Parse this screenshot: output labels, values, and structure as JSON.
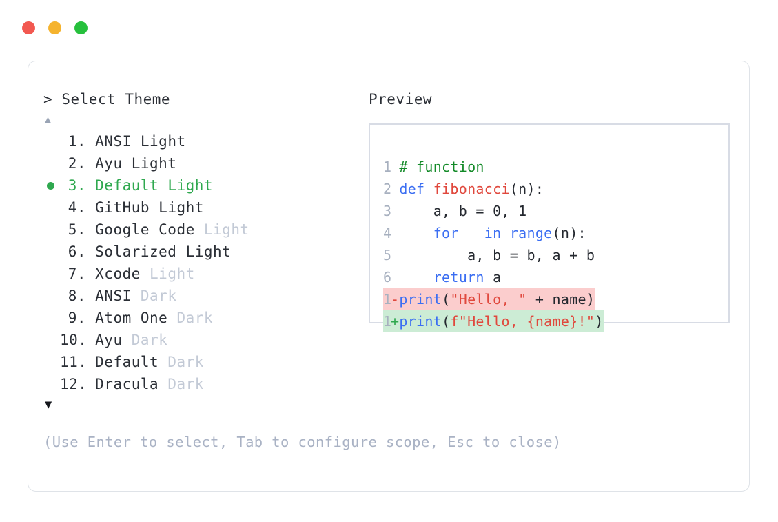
{
  "window": {
    "dots": [
      {
        "name": "close-dot",
        "color": "#f25850"
      },
      {
        "name": "minimize-dot",
        "color": "#f5b32e"
      },
      {
        "name": "maximize-dot",
        "color": "#26c03c"
      }
    ]
  },
  "prompt": {
    "caret": ">",
    "title": "Select Theme"
  },
  "scroll": {
    "up_icon": "▲",
    "down_icon": "▼"
  },
  "themes": [
    {
      "index": "1.",
      "name": "ANSI",
      "suffix": "Light",
      "suffix_muted": false,
      "selected": false
    },
    {
      "index": "2.",
      "name": "Ayu",
      "suffix": "Light",
      "suffix_muted": false,
      "selected": false
    },
    {
      "index": "3.",
      "name": "Default",
      "suffix": "Light",
      "suffix_muted": false,
      "selected": true
    },
    {
      "index": "4.",
      "name": "GitHub",
      "suffix": "Light",
      "suffix_muted": false,
      "selected": false
    },
    {
      "index": "5.",
      "name": "Google Code",
      "suffix": "Light",
      "suffix_muted": true,
      "selected": false
    },
    {
      "index": "6.",
      "name": "Solarized",
      "suffix": "Light",
      "suffix_muted": false,
      "selected": false
    },
    {
      "index": "7.",
      "name": "Xcode",
      "suffix": "Light",
      "suffix_muted": true,
      "selected": false
    },
    {
      "index": "8.",
      "name": "ANSI",
      "suffix": "Dark",
      "suffix_muted": true,
      "selected": false
    },
    {
      "index": "9.",
      "name": "Atom One",
      "suffix": "Dark",
      "suffix_muted": true,
      "selected": false
    },
    {
      "index": "10.",
      "name": "Ayu",
      "suffix": "Dark",
      "suffix_muted": true,
      "selected": false
    },
    {
      "index": "11.",
      "name": "Default",
      "suffix": "Dark",
      "suffix_muted": true,
      "selected": false
    },
    {
      "index": "12.",
      "name": "Dracula",
      "suffix": "Dark",
      "suffix_muted": true,
      "selected": false
    }
  ],
  "help": {
    "text": "(Use Enter to select, Tab to configure scope, Esc to close)"
  },
  "preview": {
    "label": "Preview",
    "code_lines": [
      {
        "num": "1",
        "tokens": [
          {
            "t": "# function",
            "c": "comment"
          }
        ]
      },
      {
        "num": "2",
        "tokens": [
          {
            "t": "def ",
            "c": "kw"
          },
          {
            "t": "fibonacci",
            "c": "fn"
          },
          {
            "t": "(n):",
            "c": "plain"
          }
        ]
      },
      {
        "num": "3",
        "tokens": [
          {
            "t": "    a, b = 0, 1",
            "c": "plain"
          }
        ]
      },
      {
        "num": "4",
        "tokens": [
          {
            "t": "    ",
            "c": "plain"
          },
          {
            "t": "for",
            "c": "kw"
          },
          {
            "t": " _ ",
            "c": "plain"
          },
          {
            "t": "in range",
            "c": "kw"
          },
          {
            "t": "(n):",
            "c": "plain"
          }
        ]
      },
      {
        "num": "5",
        "tokens": [
          {
            "t": "        a, b = b, a + b",
            "c": "plain"
          }
        ]
      },
      {
        "num": "6",
        "tokens": [
          {
            "t": "    ",
            "c": "plain"
          },
          {
            "t": "return",
            "c": "kw"
          },
          {
            "t": " a",
            "c": "plain"
          }
        ]
      }
    ],
    "diff_lines": [
      {
        "num": "1",
        "sign": "-",
        "kind": "del",
        "tokens": [
          {
            "t": "print",
            "c": "kw"
          },
          {
            "t": "(",
            "c": "plain"
          },
          {
            "t": "\"Hello, \"",
            "c": "str"
          },
          {
            "t": " + name)",
            "c": "plain"
          }
        ]
      },
      {
        "num": "1",
        "sign": "+",
        "kind": "add",
        "tokens": [
          {
            "t": "print",
            "c": "kw"
          },
          {
            "t": "(",
            "c": "plain"
          },
          {
            "t": "f\"Hello, {name}!\"",
            "c": "str"
          },
          {
            "t": ")",
            "c": "plain"
          }
        ]
      }
    ]
  },
  "colors": {
    "accent_green": "#2fa84f",
    "comment_green": "#138a28",
    "keyword_blue": "#3b6ef2",
    "function_red": "#e0483d",
    "string_red": "#e0483d",
    "muted_gray": "#c3cad6",
    "diff_del_bg": "#fbcdcd",
    "diff_add_bg": "#ccecd5"
  }
}
